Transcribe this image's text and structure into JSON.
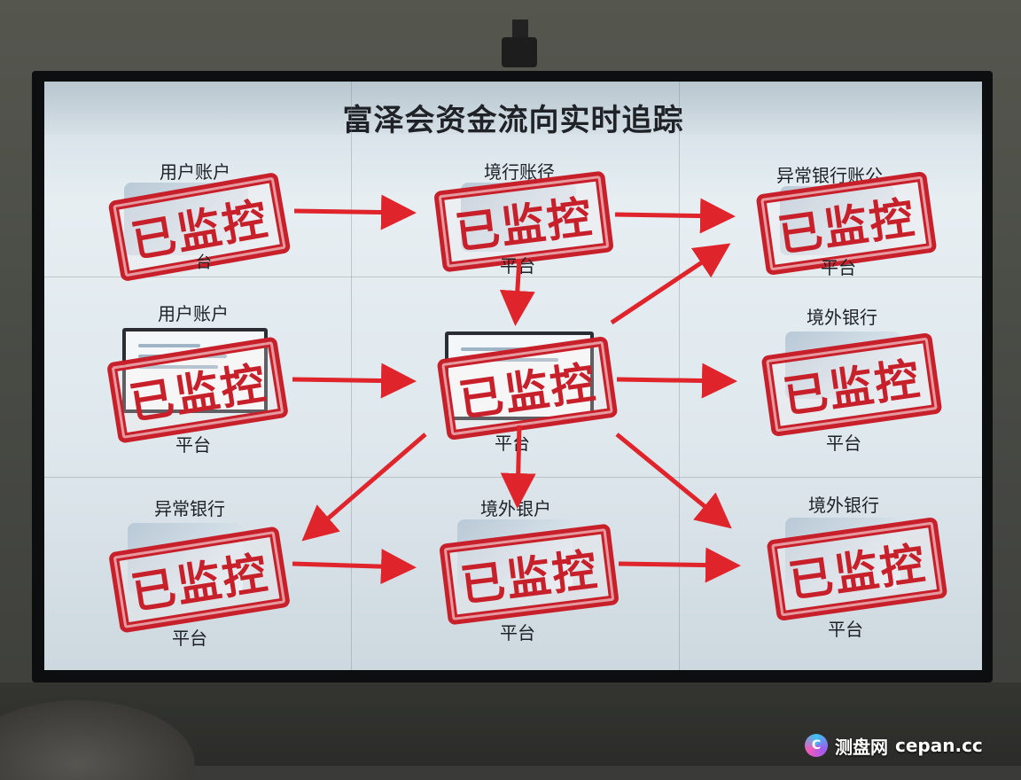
{
  "title": "富泽会资金流向实时追踪",
  "stamp_text": "已监控",
  "platform_label": "平台",
  "nodes": {
    "r1c1": "用户账户",
    "r1c2": "境行账径",
    "r1c3": "异常银行账公",
    "r2c1": "用户账户",
    "r2c3": "境外银行",
    "r3c1": "异常银行",
    "r3c2": "境外银户",
    "r3c3": "境外银行",
    "r1c1_bottom": "台"
  },
  "watermark": {
    "site_name": "测盘网",
    "domain": "cepan.cc"
  },
  "colors": {
    "stamp_red": "#c8202a",
    "arrow_red": "#e0242c",
    "screen_bg": "#e2eaef"
  }
}
